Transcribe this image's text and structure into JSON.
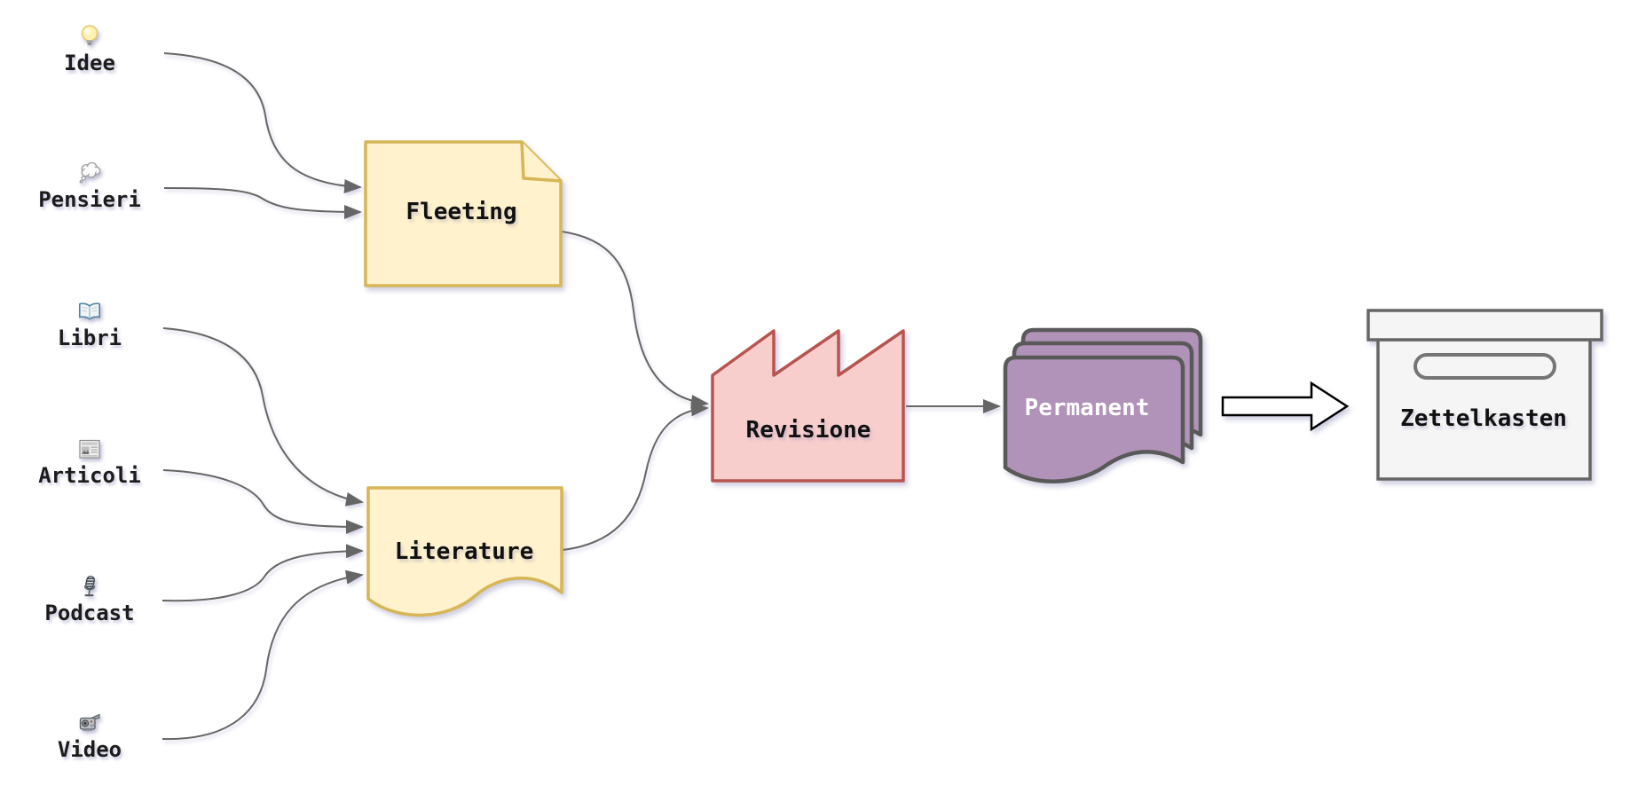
{
  "sources": [
    {
      "label": "Idee",
      "icon": "lightbulb-icon"
    },
    {
      "label": "Pensieri",
      "icon": "thought-balloon-icon"
    },
    {
      "label": "Libri",
      "icon": "open-book-icon"
    },
    {
      "label": "Articoli",
      "icon": "newspaper-icon"
    },
    {
      "label": "Podcast",
      "icon": "microphone-icon"
    },
    {
      "label": "Video",
      "icon": "video-camera-icon"
    }
  ],
  "nodes": {
    "fleeting": {
      "label": "Fleeting",
      "shape": "note",
      "fill": "#FFF2CC",
      "stroke": "#D6B656"
    },
    "literature": {
      "label": "Literature",
      "shape": "document",
      "fill": "#FFF2CC",
      "stroke": "#D6B656"
    },
    "revisione": {
      "label": "Revisione",
      "shape": "factory",
      "fill": "#F8CECC",
      "stroke": "#B85450"
    },
    "permanent": {
      "label": "Permanent",
      "shape": "stacked-documents",
      "fill": "#B192B8",
      "stroke": "#595959",
      "text_color": "#FFFFFF"
    },
    "zettelkasten": {
      "label": "Zettelkasten",
      "shape": "archive-box",
      "fill": "#F5F5F5",
      "stroke": "#666666"
    }
  },
  "edges": [
    {
      "from": "Idee",
      "to": "Fleeting"
    },
    {
      "from": "Pensieri",
      "to": "Fleeting"
    },
    {
      "from": "Libri",
      "to": "Literature"
    },
    {
      "from": "Articoli",
      "to": "Literature"
    },
    {
      "from": "Podcast",
      "to": "Literature"
    },
    {
      "from": "Video",
      "to": "Literature"
    },
    {
      "from": "Fleeting",
      "to": "Revisione"
    },
    {
      "from": "Literature",
      "to": "Revisione"
    },
    {
      "from": "Revisione",
      "to": "Permanent"
    },
    {
      "from": "Permanent",
      "to": "Zettelkasten",
      "style": "block-arrow"
    }
  ],
  "colors": {
    "edge": "#666666",
    "block_arrow_stroke": "#000000",
    "background": "#FFFFFF"
  }
}
